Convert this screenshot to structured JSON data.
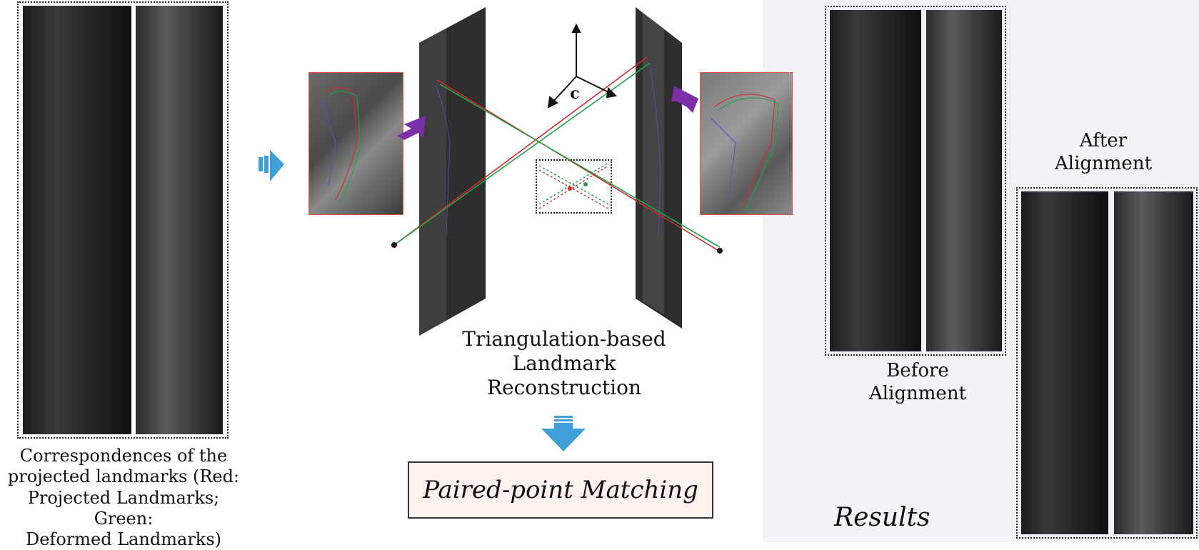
{
  "left_caption": {
    "line1": "Correspondences of the",
    "line2": "projected landmarks (Red:",
    "line3": "Projected Landmarks; Green:",
    "line4": "Deformed Landmarks)"
  },
  "center_caption": {
    "line1": "Triangulation-based",
    "line2": "Landmark",
    "line3": "Reconstruction"
  },
  "axis_label": "c",
  "matching_label": "Paired-point Matching",
  "before_caption": {
    "line1": "Before",
    "line2": "Alignment"
  },
  "after_caption": {
    "line1": "After",
    "line2": "Alignment"
  },
  "results_label": "Results",
  "colors": {
    "projected_landmarks": "#d42a2a",
    "deformed_landmarks": "#1ea34a",
    "flow_arrow": "#3fa0d8",
    "zoom_arrow": "#7b2fa8",
    "results_panel_bg": "#f2f2f8",
    "matching_box_bg": "#fdf2ee",
    "inset_border": "#e0553c"
  },
  "icons": [
    "flow-arrow-right",
    "flow-arrow-down",
    "zoom-arrow-left",
    "zoom-arrow-right",
    "coordinate-axes"
  ]
}
